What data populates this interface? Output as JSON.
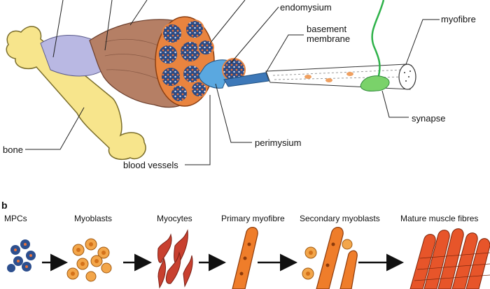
{
  "panel_a": {
    "labels": {
      "endomysium": "endomysium",
      "basement_membrane_line1": "basement",
      "basement_membrane_line2": "membrane",
      "myofibre": "myofibre",
      "synapse": "synapse",
      "perimysium": "perimysium",
      "blood_vessels": "blood vessels",
      "bone": "bone"
    }
  },
  "panel_b": {
    "letter": "b",
    "stages": [
      "MPCs",
      "Myoblasts",
      "Myocytes",
      "Primary myofibre",
      "Secondary myoblasts",
      "Mature muscle fibres"
    ]
  },
  "colors": {
    "bone": "#f7e58c",
    "tendon": "#b9b8e3",
    "muscle": "#b57f65",
    "fascicle_fill": "#2f4c86",
    "connective_tissue": "#e9843f",
    "basement_membrane": "#4a8fd1",
    "nerve": "#2fb24a",
    "mpc": "#2d4f8e",
    "myoblast": "#f3a64a",
    "myocyte": "#c8402f",
    "myofibre_orange": "#ef7d2a"
  }
}
